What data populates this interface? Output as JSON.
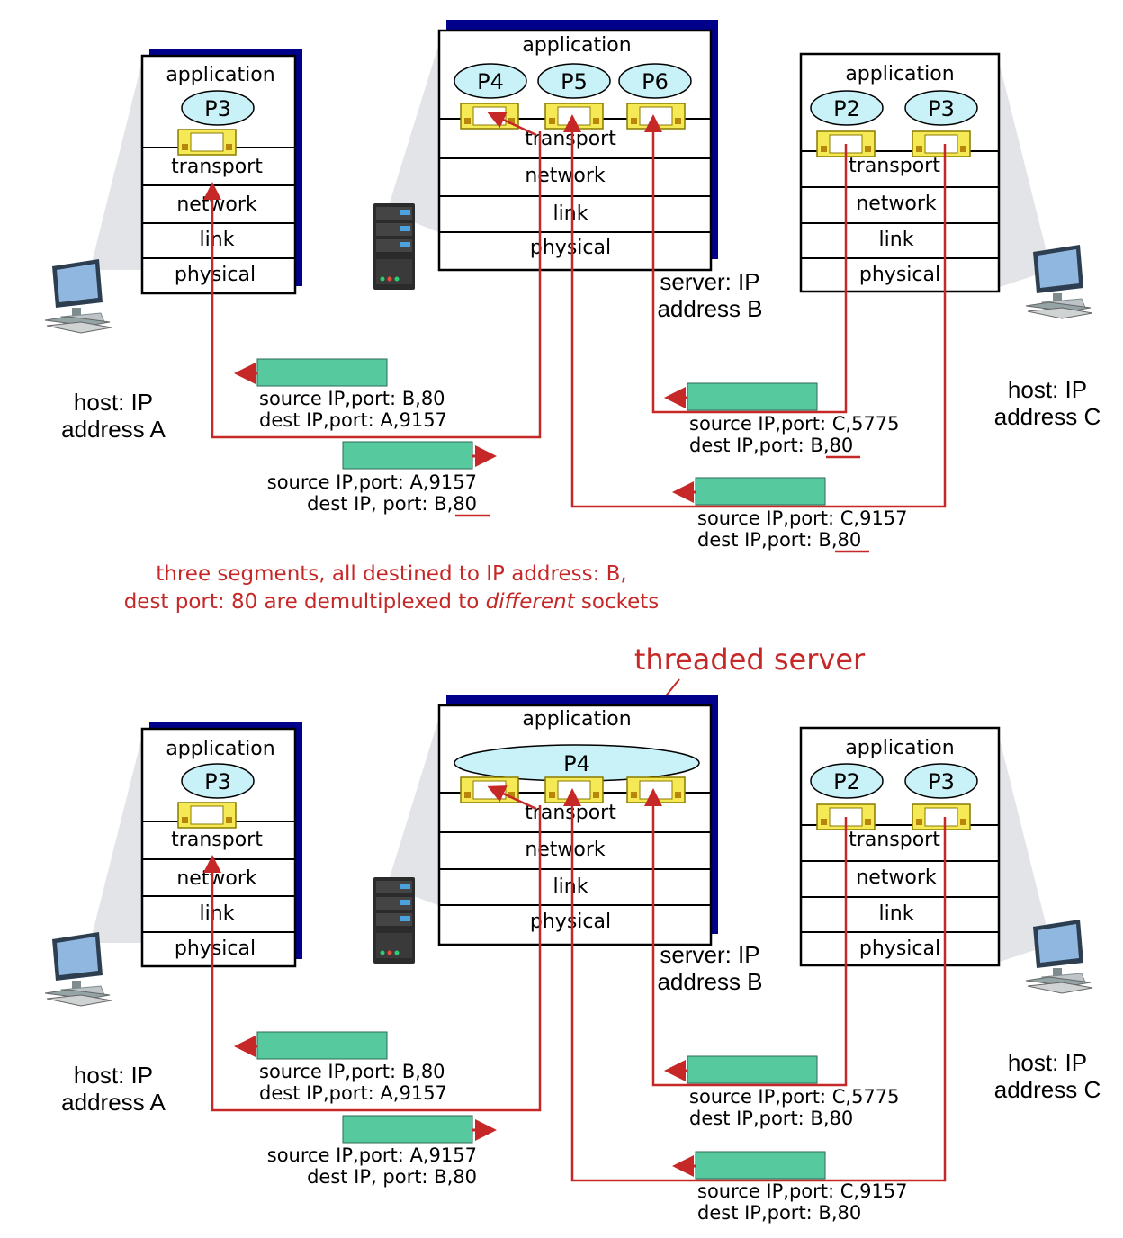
{
  "colors": {
    "arrow": "#c62828",
    "stack_shadow": "#00008b",
    "process_fill": "#c9f2f8",
    "socket_fill": "#f5ea56",
    "segment_fill": "#57c99e",
    "projection": "#e2e4e8"
  },
  "icons": {
    "client_a": "desktop-computer-icon",
    "server_b": "server-tower-icon",
    "client_c": "desktop-computer-icon"
  },
  "layers": {
    "application": "application",
    "transport": "transport",
    "network": "network",
    "link": "link",
    "physical": "physical"
  },
  "processes": {
    "p2": "P2",
    "p3": "P3",
    "p4": "P4",
    "p5": "P5",
    "p6": "P6"
  },
  "hosts": {
    "a_line1": "host: IP",
    "a_line2": "address A",
    "b_line1": "server: IP",
    "b_line2": "address B",
    "c_line1": "host: IP",
    "c_line2": "address C"
  },
  "segments": {
    "b_to_a_src": "source IP,port: B,80",
    "b_to_a_dst": "dest IP,port: A,9157",
    "a_to_b_src": "source IP,port: A,9157",
    "a_to_b_dst": "dest IP, port: B,80",
    "c5775_src": "source IP,port: C,5775",
    "c5775_dst": "dest IP,port: B,80",
    "c9157_src": "source IP,port: C,9157",
    "c9157_dst": "dest IP,port: B,80"
  },
  "caption": {
    "line1": "three segments, all destined to IP address: B,",
    "line2_a": "dest port: 80 are demultiplexed to ",
    "line2_em": "different",
    "line2_b": " sockets"
  },
  "threaded_label": "threaded server"
}
